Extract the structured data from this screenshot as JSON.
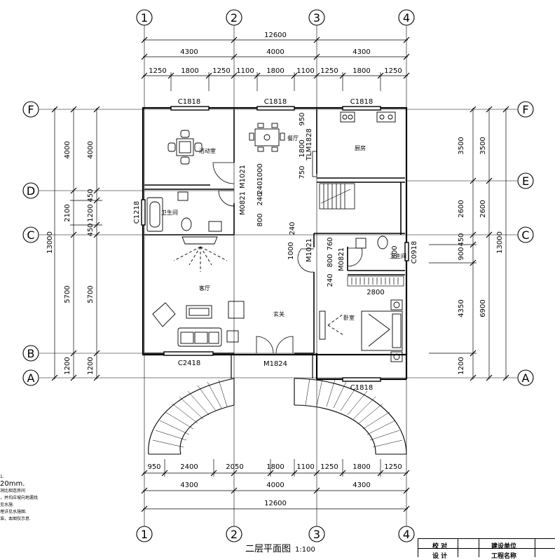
{
  "axes": {
    "columns": [
      "1",
      "2",
      "3",
      "4"
    ],
    "rows": [
      "F",
      "E",
      "D",
      "C",
      "B",
      "A"
    ]
  },
  "dims": {
    "top_total": "12600",
    "top_bays": [
      "4300",
      "4000",
      "4300"
    ],
    "top_windows": [
      "1250",
      "1800",
      "1250",
      "1100",
      "1800",
      "1100",
      "1250",
      "1800",
      "1250"
    ],
    "bottom_windows": [
      "950",
      "2400",
      "2050",
      "1800",
      "1100",
      "1250",
      "1800",
      "1250"
    ],
    "bottom_bays": [
      "4300",
      "4000",
      "4300"
    ],
    "bottom_total": "12600",
    "left_outer": [
      "4000",
      "2100",
      "5700",
      "1200"
    ],
    "left_inner": [
      "4000",
      "450",
      "1200",
      "450",
      "5700",
      "1200"
    ],
    "left_total": "13000",
    "right_outer": [
      "3500",
      "2600",
      "6900"
    ],
    "right_inner": [
      "3500",
      "2600",
      "450",
      "900",
      "4350",
      "1200"
    ],
    "right_total": "13000",
    "interior": [
      "950",
      "1800",
      "750",
      "1000",
      "240",
      "240",
      "800",
      "240",
      "1000",
      "760",
      "800",
      "240",
      "2800",
      "800"
    ]
  },
  "labels": {
    "windows": [
      "C1818",
      "C1818",
      "C1818",
      "C1218",
      "C2418",
      "C1818",
      "C0918"
    ],
    "doors": [
      "M1824",
      "M1021",
      "M0821",
      "M1021",
      "M0821",
      "TLM1828"
    ],
    "rooms": {
      "activity": "活动室",
      "dining": "餐厅",
      "kitchen": "厨房",
      "bath1": "卫生间",
      "living": "客厅",
      "foyer": "玄关",
      "bath2": "卫生间",
      "bedroom": "卧室"
    }
  },
  "title": {
    "name": "二层平面图",
    "scale": "1:100"
  },
  "notes": [
    "1.",
    "20mm.",
    "洞比相连房间",
    "，并均应坡向地漏找",
    "见水施.",
    "埋详见水施图.",
    "准，本图仅示意."
  ],
  "title_block": {
    "checker": "校  对",
    "designer": "设  计",
    "client": "建设单位",
    "project": "工程名称"
  }
}
